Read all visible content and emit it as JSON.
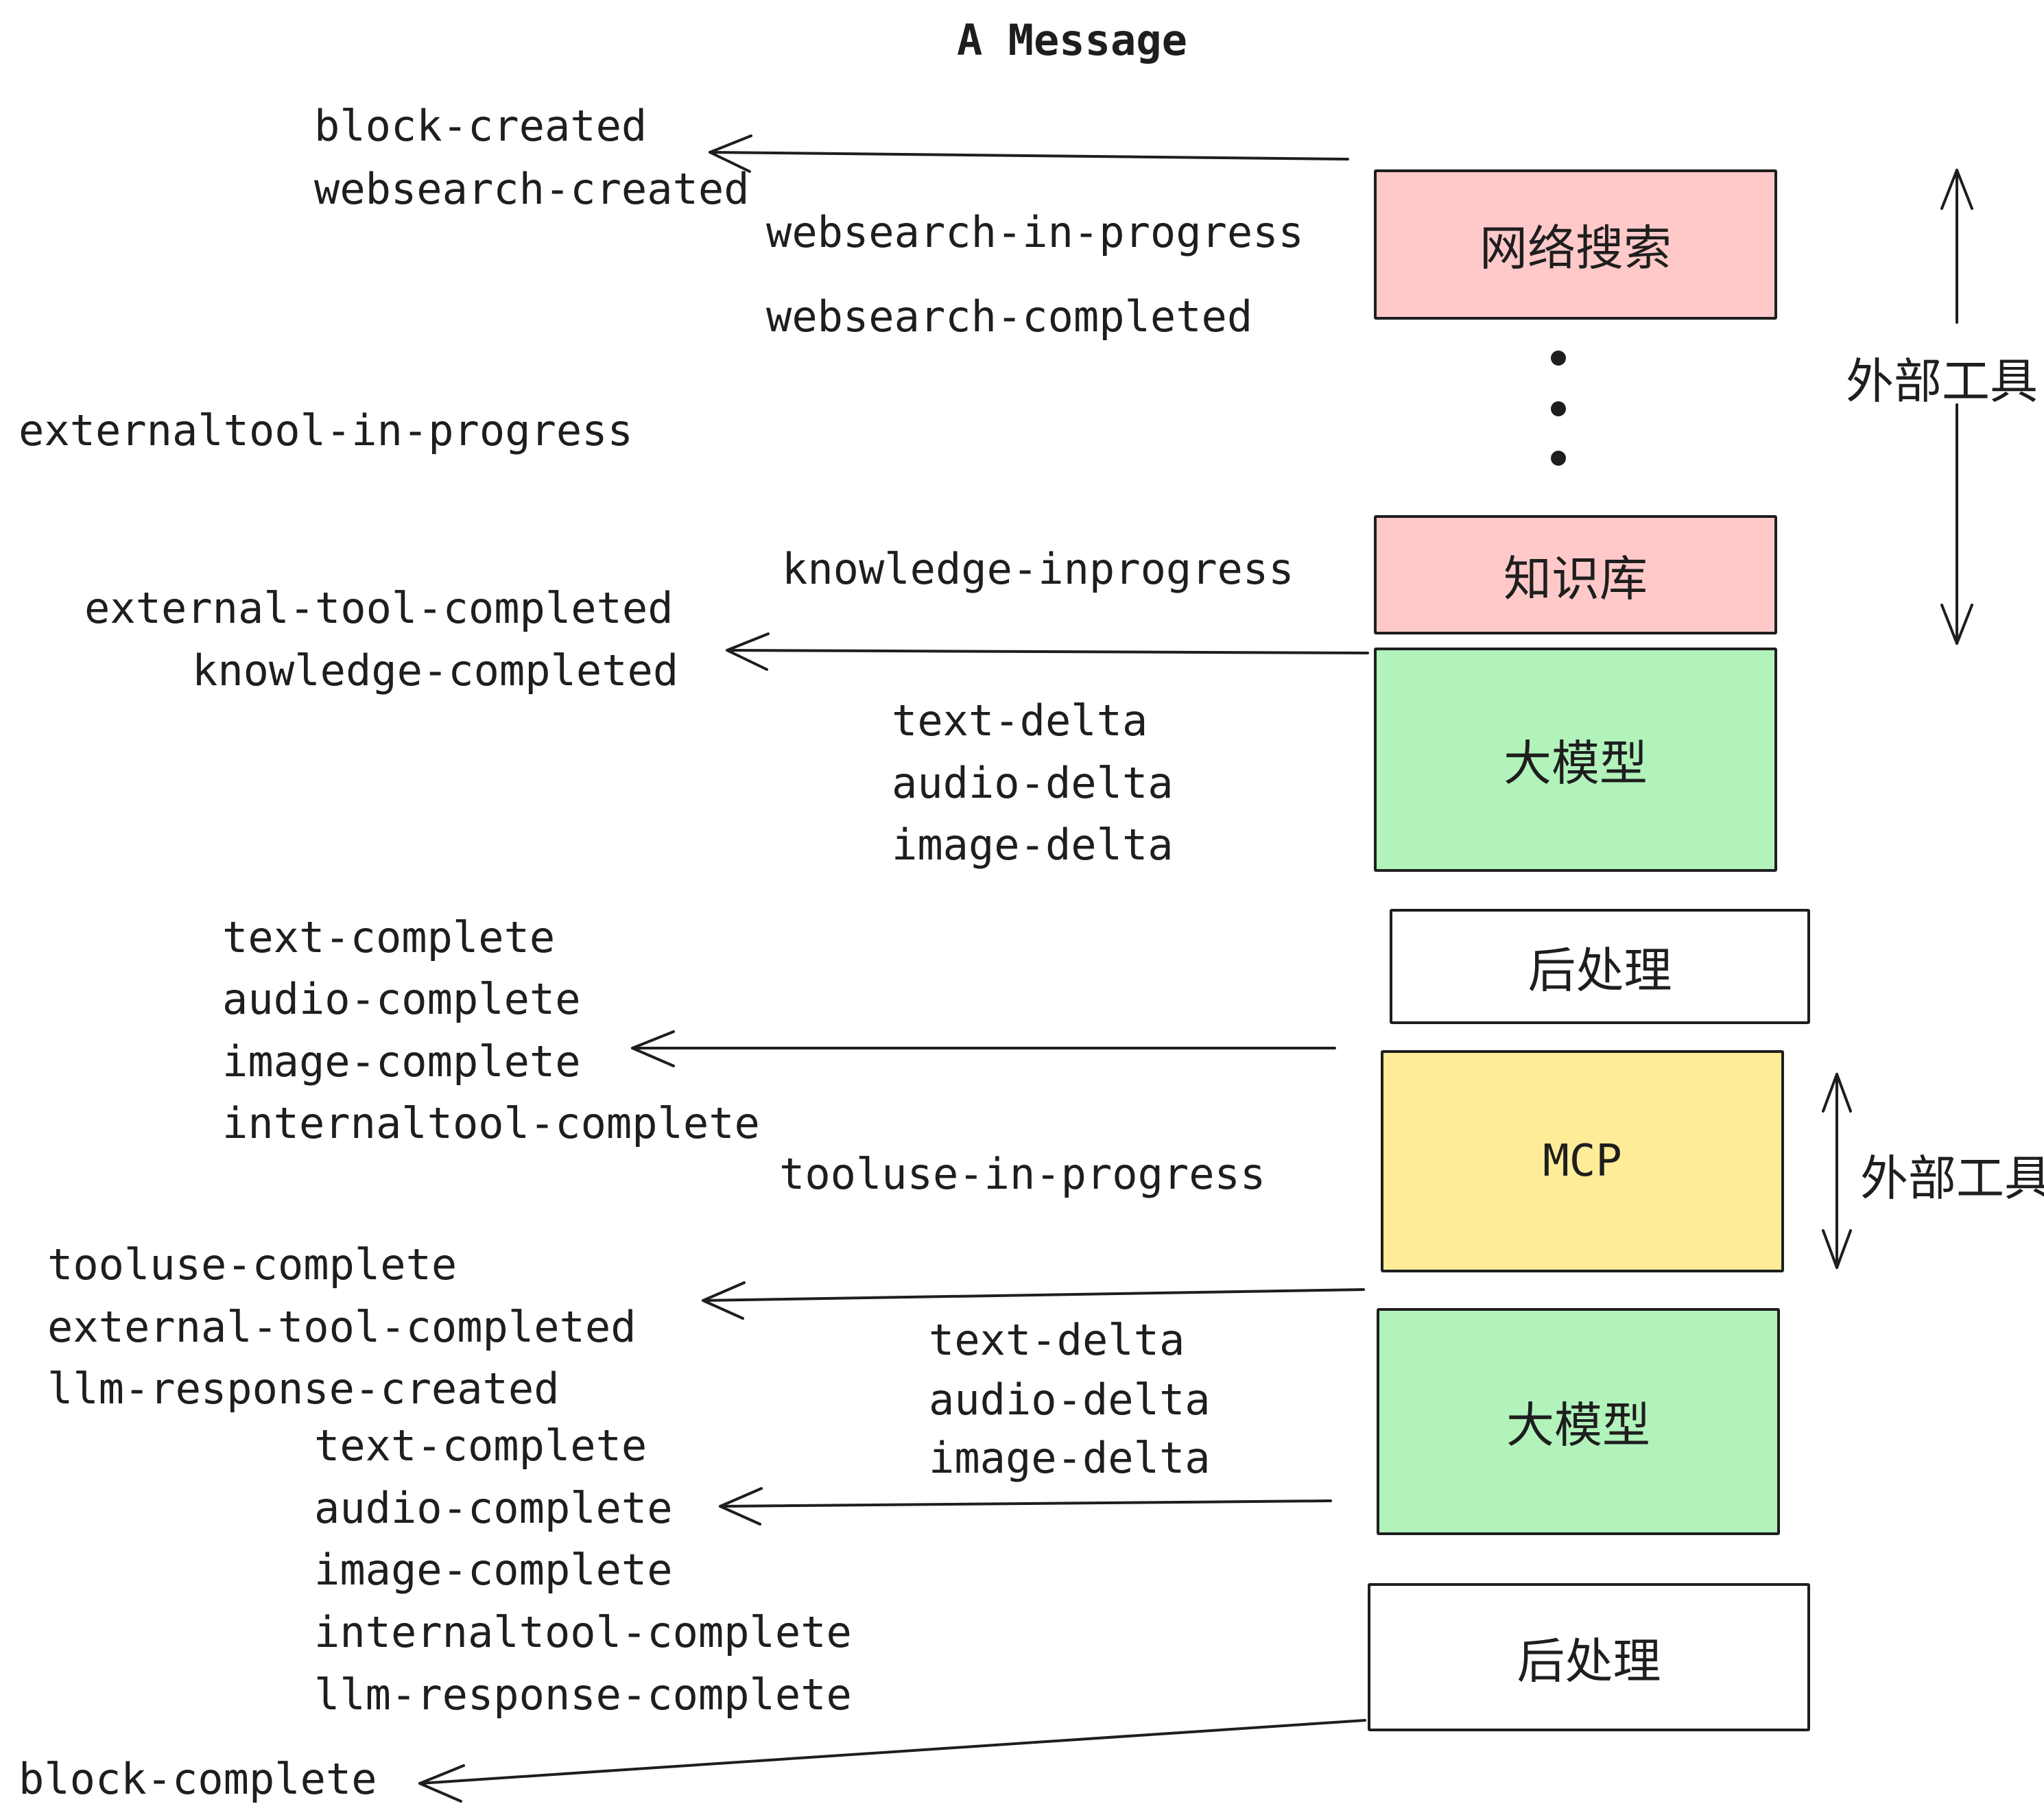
{
  "title": "A Message",
  "colors": {
    "pink": "#ffc9c9",
    "green": "#b2f2bb",
    "yellow": "#ffec99",
    "white": "#ffffff",
    "stroke": "#1e1e1e"
  },
  "boxes": [
    {
      "label": "网络搜索",
      "color": "pink"
    },
    {
      "label": "知识库",
      "color": "pink"
    },
    {
      "label": "大模型",
      "color": "green"
    },
    {
      "label": "后处理",
      "color": "white"
    },
    {
      "label": "MCP",
      "color": "yellow"
    },
    {
      "label": "大模型",
      "color": "green"
    },
    {
      "label": "后处理",
      "color": "white"
    }
  ],
  "side_labels": {
    "external_tools_top": "外部工具",
    "external_tools_mid": "外部工具"
  },
  "events": {
    "block_created": "block-created",
    "websearch_created": "websearch-created",
    "websearch_in_progress": "websearch-in-progress",
    "websearch_completed": "websearch-completed",
    "externaltool_in_progress": "externaltool-in-progress",
    "knowledge_inprogress": "knowledge-inprogress",
    "external_tool_completed_1": "external-tool-completed",
    "knowledge_completed": "knowledge-completed",
    "text_delta_1": "text-delta",
    "audio_delta_1": "audio-delta",
    "image_delta_1": "image-delta",
    "text_complete_1": "text-complete",
    "audio_complete_1": "audio-complete",
    "image_complete_1": "image-complete",
    "internaltool_complete_1": "internaltool-complete",
    "tooluse_in_progress": "tooluse-in-progress",
    "tooluse_complete": "tooluse-complete",
    "external_tool_completed_2": "external-tool-completed",
    "llm_response_created": "llm-response-created",
    "text_delta_2": "text-delta",
    "audio_delta_2": "audio-delta",
    "image_delta_2": "image-delta",
    "text_complete_2": "text-complete",
    "audio_complete_2": "audio-complete",
    "image_complete_2": "image-complete",
    "internaltool_complete_2": "internaltool-complete",
    "llm_response_complete": "llm-response-complete",
    "block_complete": "block-complete"
  }
}
